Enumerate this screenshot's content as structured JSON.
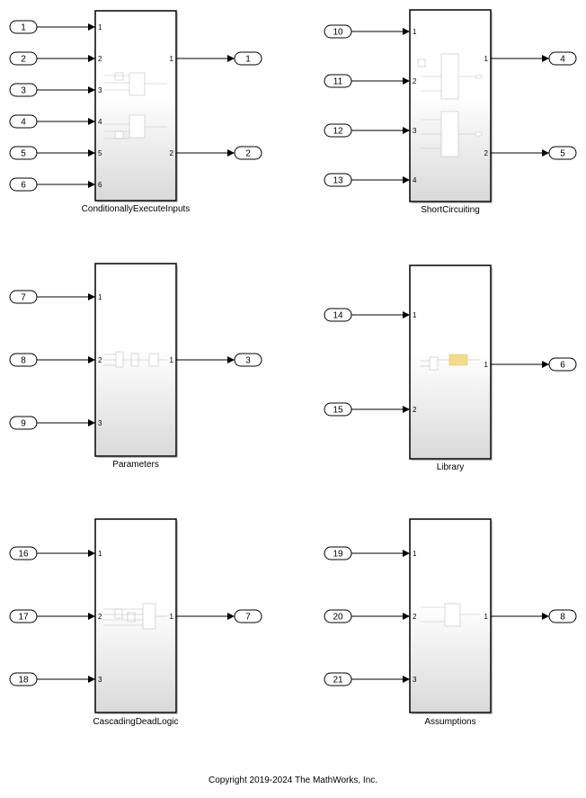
{
  "blocks": [
    {
      "name": "ConditionallyExecuteInputs",
      "inputs": [
        {
          "port": "1",
          "pin": "1"
        },
        {
          "port": "2",
          "pin": "2"
        },
        {
          "port": "3",
          "pin": "3"
        },
        {
          "port": "4",
          "pin": "4"
        },
        {
          "port": "5",
          "pin": "5"
        },
        {
          "port": "6",
          "pin": "6"
        }
      ],
      "outputs": [
        {
          "port": "1",
          "pin": "1"
        },
        {
          "port": "2",
          "pin": "2"
        }
      ]
    },
    {
      "name": "ShortCircuiting",
      "inputs": [
        {
          "port": "10",
          "pin": "1"
        },
        {
          "port": "11",
          "pin": "2"
        },
        {
          "port": "12",
          "pin": "3"
        },
        {
          "port": "13",
          "pin": "4"
        }
      ],
      "outputs": [
        {
          "port": "4",
          "pin": "1"
        },
        {
          "port": "5",
          "pin": "2"
        }
      ]
    },
    {
      "name": "Parameters",
      "inputs": [
        {
          "port": "7",
          "pin": "1"
        },
        {
          "port": "8",
          "pin": "2"
        },
        {
          "port": "9",
          "pin": "3"
        }
      ],
      "outputs": [
        {
          "port": "3",
          "pin": "1"
        }
      ]
    },
    {
      "name": "Library",
      "inputs": [
        {
          "port": "14",
          "pin": "1"
        },
        {
          "port": "15",
          "pin": "2"
        }
      ],
      "outputs": [
        {
          "port": "6",
          "pin": "1"
        }
      ]
    },
    {
      "name": "CascadingDeadLogic",
      "inputs": [
        {
          "port": "16",
          "pin": "1"
        },
        {
          "port": "17",
          "pin": "2"
        },
        {
          "port": "18",
          "pin": "3"
        }
      ],
      "outputs": [
        {
          "port": "7",
          "pin": "1"
        }
      ]
    },
    {
      "name": "Assumptions",
      "inputs": [
        {
          "port": "19",
          "pin": "1"
        },
        {
          "port": "20",
          "pin": "2"
        },
        {
          "port": "21",
          "pin": "3"
        }
      ],
      "outputs": [
        {
          "port": "8",
          "pin": "1"
        }
      ]
    }
  ],
  "copyright": "Copyright 2019-2024 The MathWorks, Inc.",
  "colors": {
    "line": "#000000",
    "block_top": "#ffffff",
    "block_bottom": "#d9d9d9",
    "thumbnail_highlight": "#f2dc8c"
  }
}
